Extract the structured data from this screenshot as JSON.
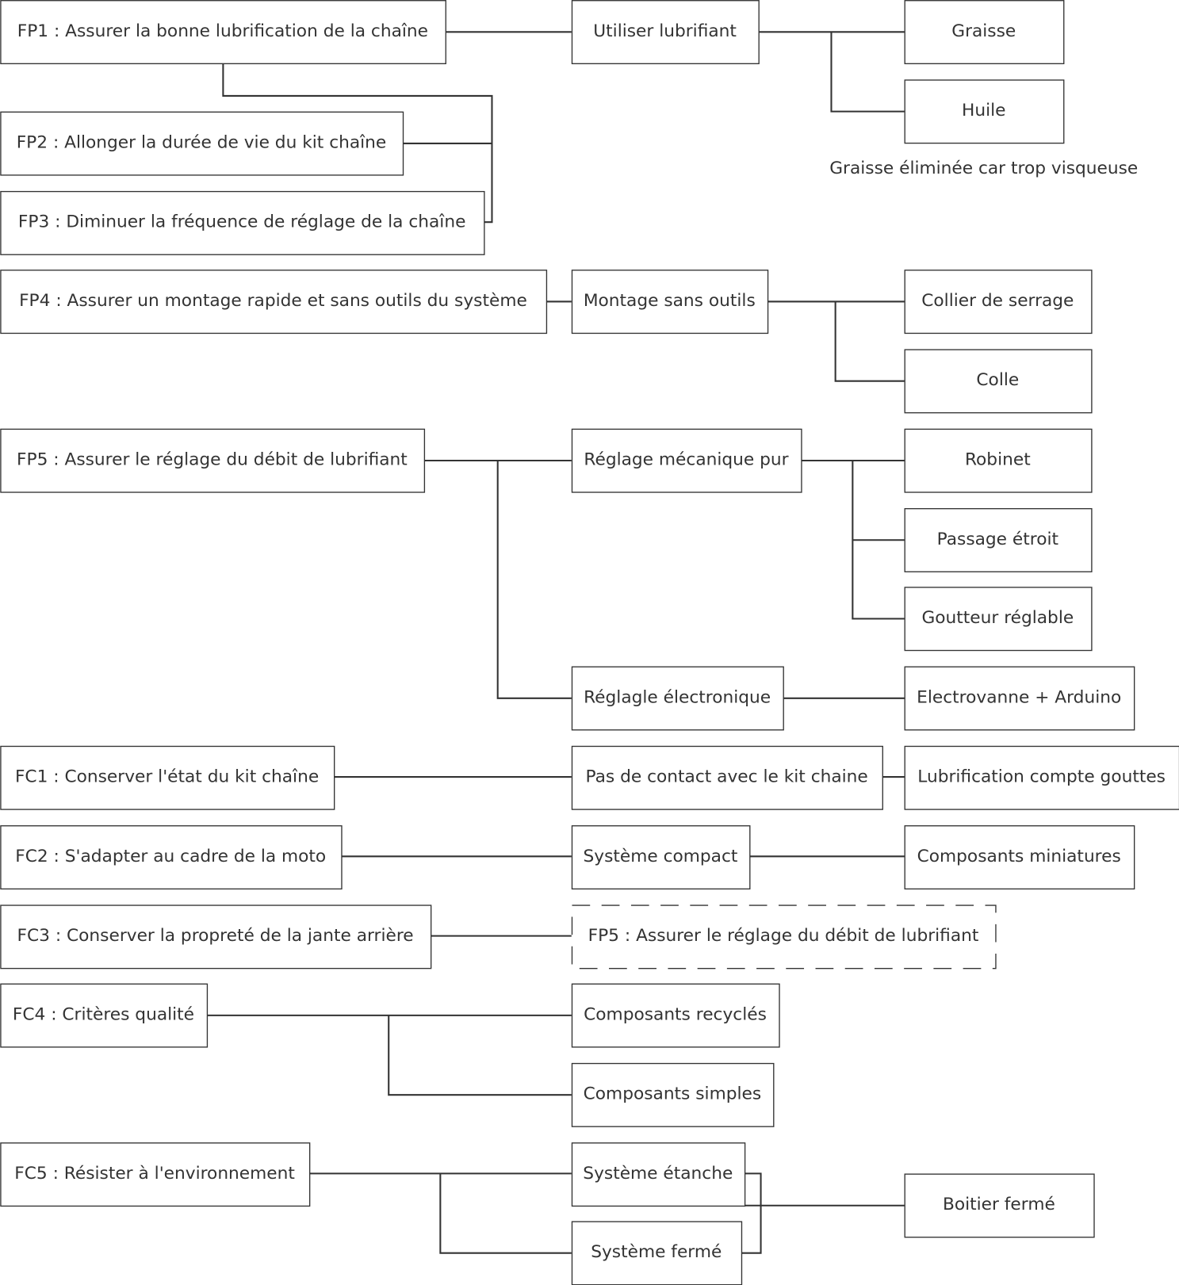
{
  "diagram": {
    "boxes": {
      "fp1": "FP1 : Assurer la bonne lubrification de la chaîne",
      "fp2": "FP2 : Allonger la durée de vie du kit chaîne",
      "fp3": "FP3 : Diminuer la fréquence de réglage de la chaîne",
      "fp4": "FP4 : Assurer un montage rapide et sans outils du système",
      "fp5": "FP5 : Assurer le réglage du débit de lubrifiant",
      "fc1": "FC1 : Conserver l'état du kit chaîne",
      "fc2": "FC2 : S'adapter au cadre de la moto",
      "fc3": "FC3 : Conserver la propreté de la jante arrière",
      "fc4": "FC4 : Critères qualité",
      "fc5": "FC5 : Résister à l'environnement",
      "utiliser": "Utiliser lubrifiant",
      "montage": "Montage sans outils",
      "reg_meca": "Réglage mécanique pur",
      "reg_elec": "Réglagle électronique",
      "pas_contact": "Pas de contact avec le kit chaine",
      "compact": "Système compact",
      "fp5_ref": "FP5 : Assurer le réglage du débit de lubrifiant",
      "recycles": "Composants recyclés",
      "simples": "Composants simples",
      "etanche": "Système étanche",
      "ferme": "Système fermé",
      "graisse": "Graisse",
      "huile": "Huile",
      "collier": "Collier de serrage",
      "colle": "Colle",
      "robinet": "Robinet",
      "passage": "Passage étroit",
      "goutteur": "Goutteur réglable",
      "electro": "Electrovanne + Arduino",
      "lubrif_cpt": "Lubrification compte gouttes",
      "miniatures": "Composants miniatures",
      "boitier": "Boitier fermé"
    },
    "note": "Graisse éliminée car trop visqueuse"
  }
}
